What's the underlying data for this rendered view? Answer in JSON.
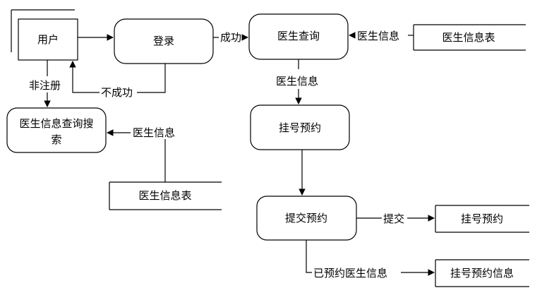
{
  "nodes": {
    "user": "用户",
    "login": "登录",
    "doctor_query": "医生查询",
    "doctor_table_top": "医生信息表",
    "doctor_search_line1": "医生信息查询搜",
    "doctor_search_line2": "索",
    "doctor_table_bottom": "医生信息表",
    "register_booking": "挂号预约",
    "submit_booking": "提交预约",
    "register_booking_store": "挂号预约",
    "register_booking_info_store": "挂号预约信息"
  },
  "edges": {
    "success": "成功",
    "fail": "不成功",
    "unregistered": "非注册",
    "doctor_info_right": "医生信息",
    "doctor_info_down": "医生信息",
    "doctor_info_left": "医生信息",
    "submit": "提交",
    "booked_doctor_info": "已预约医生信息"
  }
}
